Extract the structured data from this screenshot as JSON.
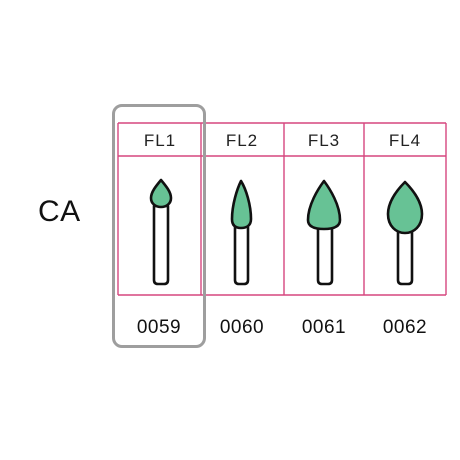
{
  "row_label": "CA",
  "columns": [
    {
      "header": "FL1",
      "code": "0059",
      "selected": true
    },
    {
      "header": "FL2",
      "code": "0060",
      "selected": false
    },
    {
      "header": "FL3",
      "code": "0061",
      "selected": false
    },
    {
      "header": "FL4",
      "code": "0062",
      "selected": false
    }
  ],
  "colors": {
    "grid_line": "#d6477f",
    "bur_head": "#67c295",
    "bur_outline": "#111111",
    "highlight_border": "#9e9e9e"
  }
}
